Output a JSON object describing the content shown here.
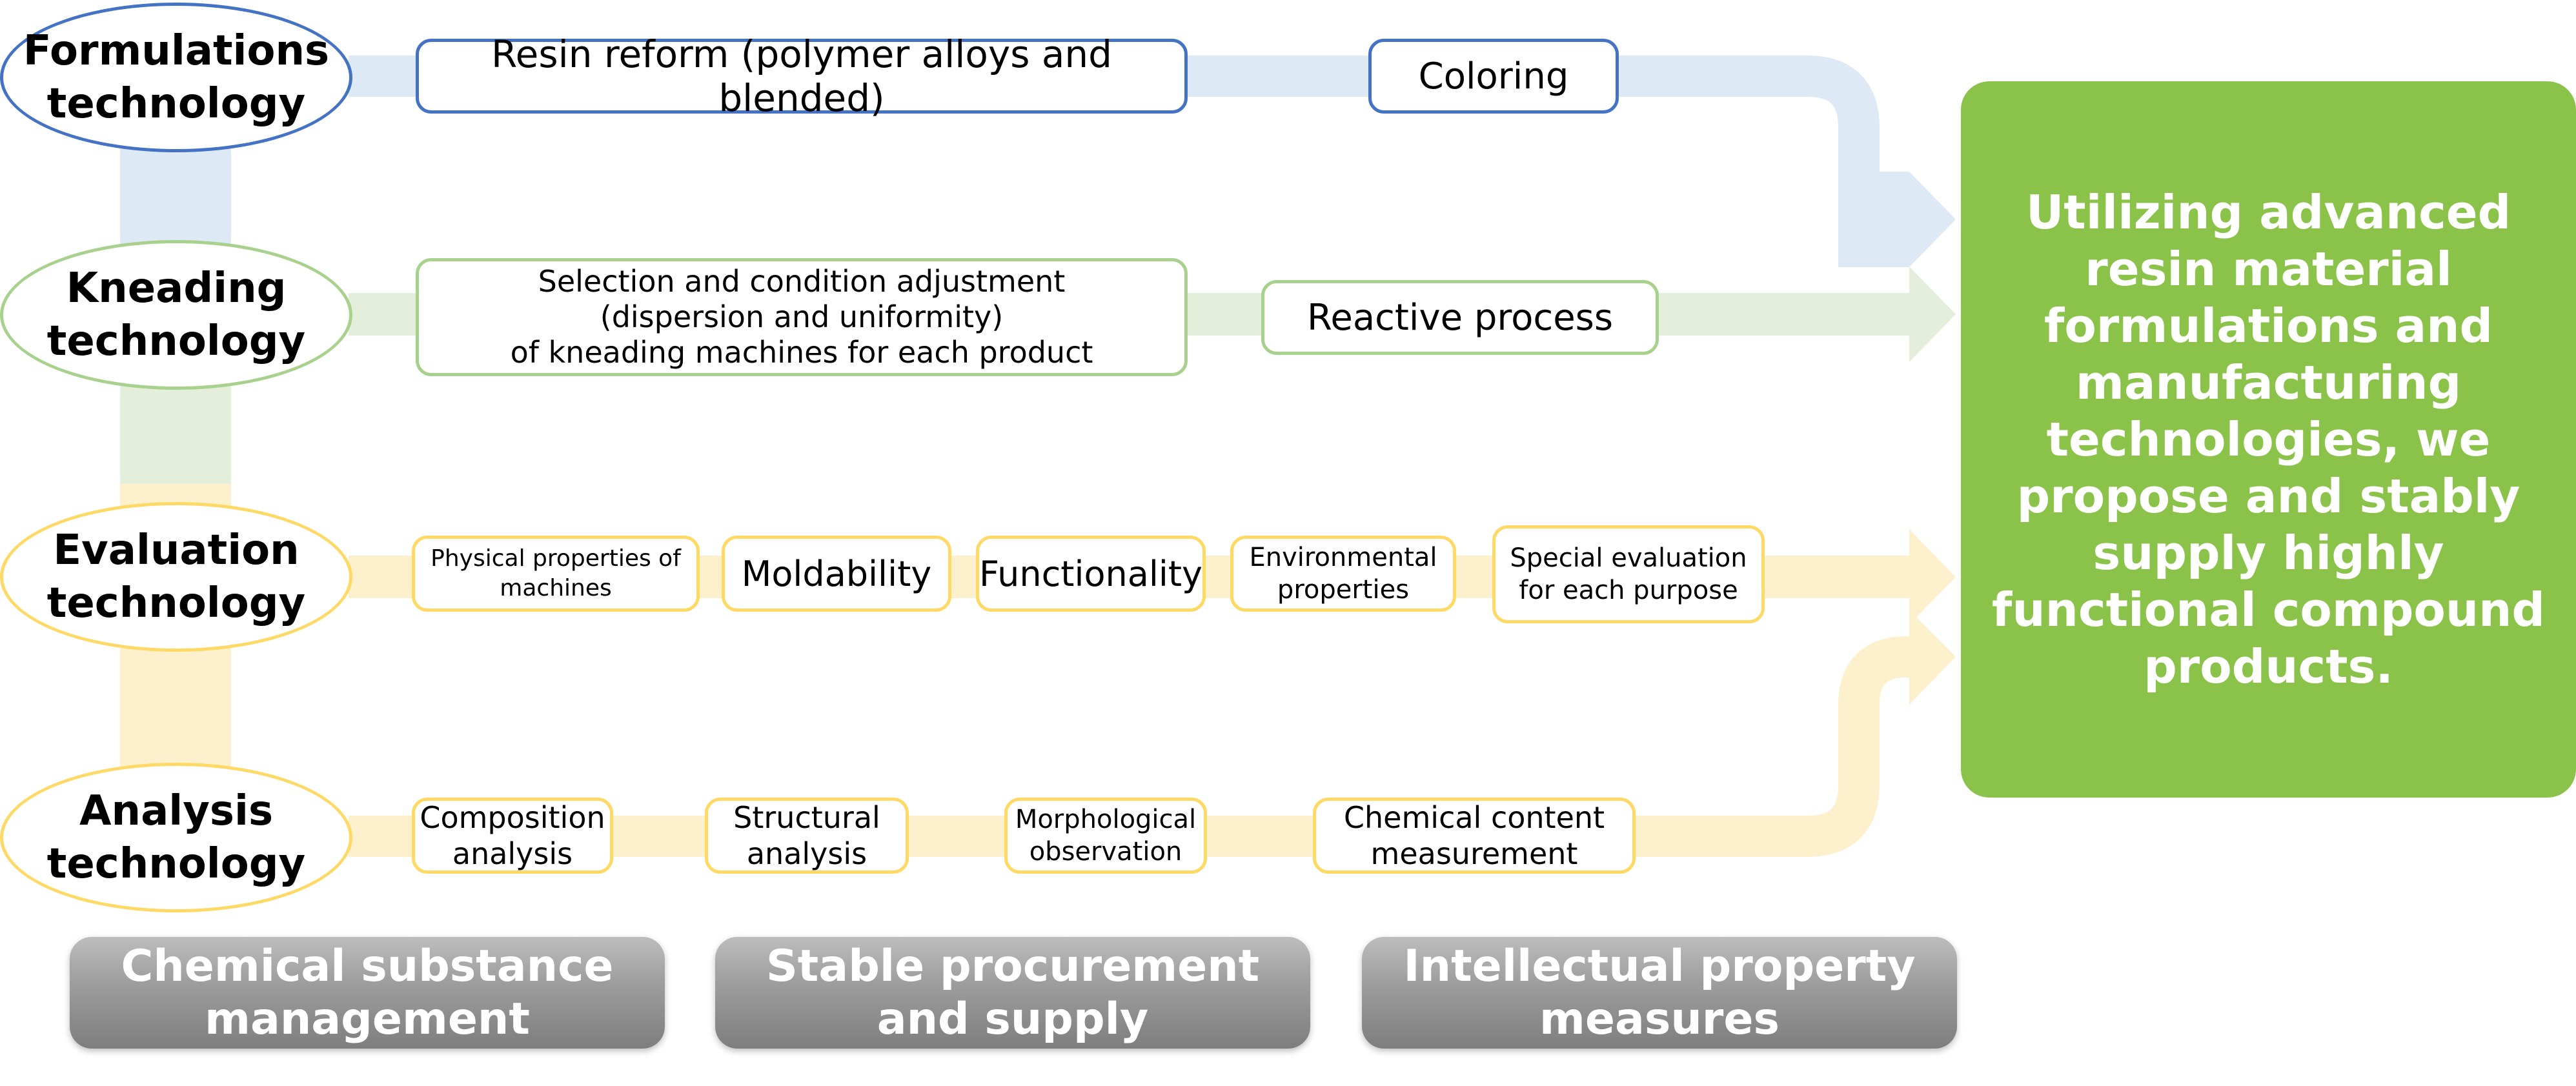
{
  "colors": {
    "formulations": "#4472c4",
    "kneading": "#a9d18e",
    "evaluation": "#ffd966",
    "analysis": "#ffd966",
    "result_background": "#8bc34a",
    "foundation_background": "#9e9e9e"
  },
  "technologies": {
    "formulations": {
      "label": "Formulations\ntechnology",
      "steps": [
        "Resin reform (polymer alloys and blended)",
        "Coloring"
      ]
    },
    "kneading": {
      "label": "Kneading\ntechnology",
      "steps": [
        "Selection and condition adjustment\n(dispersion and uniformity)\nof kneading machines for each product",
        "Reactive process"
      ]
    },
    "evaluation": {
      "label": "Evaluation\ntechnology",
      "steps": [
        "Physical properties of\nmachines",
        "Moldability",
        "Functionality",
        "Environmental\nproperties",
        "Special evaluation\nfor each purpose"
      ]
    },
    "analysis": {
      "label": "Analysis\ntechnology",
      "steps": [
        "Composition\nanalysis",
        "Structural\nanalysis",
        "Morphological\nobservation",
        "Chemical content\nmeasurement"
      ]
    }
  },
  "result": {
    "text": "Utilizing advanced resin material formulations and manufacturing technologies, we propose and stably supply highly functional compound products."
  },
  "foundations": [
    "Chemical substance\nmanagement",
    "Stable procurement\nand supply",
    "Intellectual property\nmeasures"
  ]
}
